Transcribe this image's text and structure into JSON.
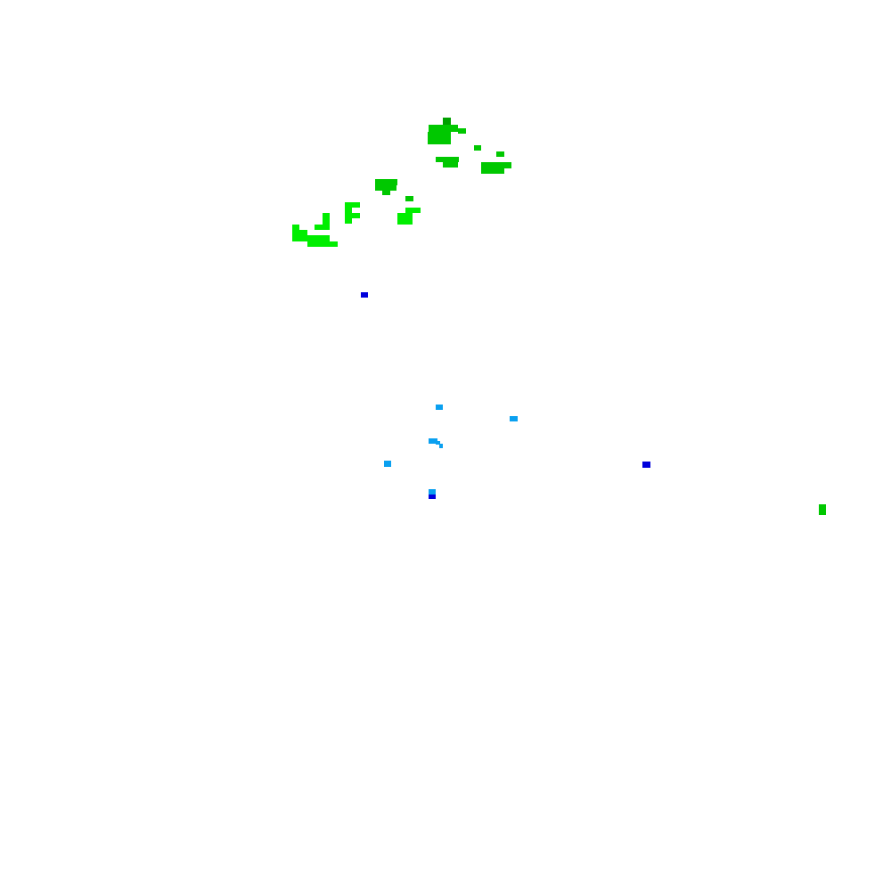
{
  "map": {
    "background_color": "#ffffff",
    "palette": {
      "dark_green": "#00a000",
      "green": "#00c800",
      "bright_green": "#00ee00",
      "light_blue": "#0aa0f0",
      "dark_blue": "#0000dc"
    },
    "clusters": [
      {
        "name": "north-green-cluster",
        "color_key": "green",
        "cell_count": 7
      },
      {
        "name": "northwest-bright-green-cluster",
        "color_key": "bright_green",
        "cell_count": 8
      },
      {
        "name": "central-light-blue-cluster",
        "color_key": "light_blue",
        "cell_count": 6
      },
      {
        "name": "scattered-dark-blue-points",
        "color_key": "dark_blue",
        "cell_count": 3
      },
      {
        "name": "east-green-point",
        "color_key": "green",
        "cell_count": 1
      }
    ]
  }
}
